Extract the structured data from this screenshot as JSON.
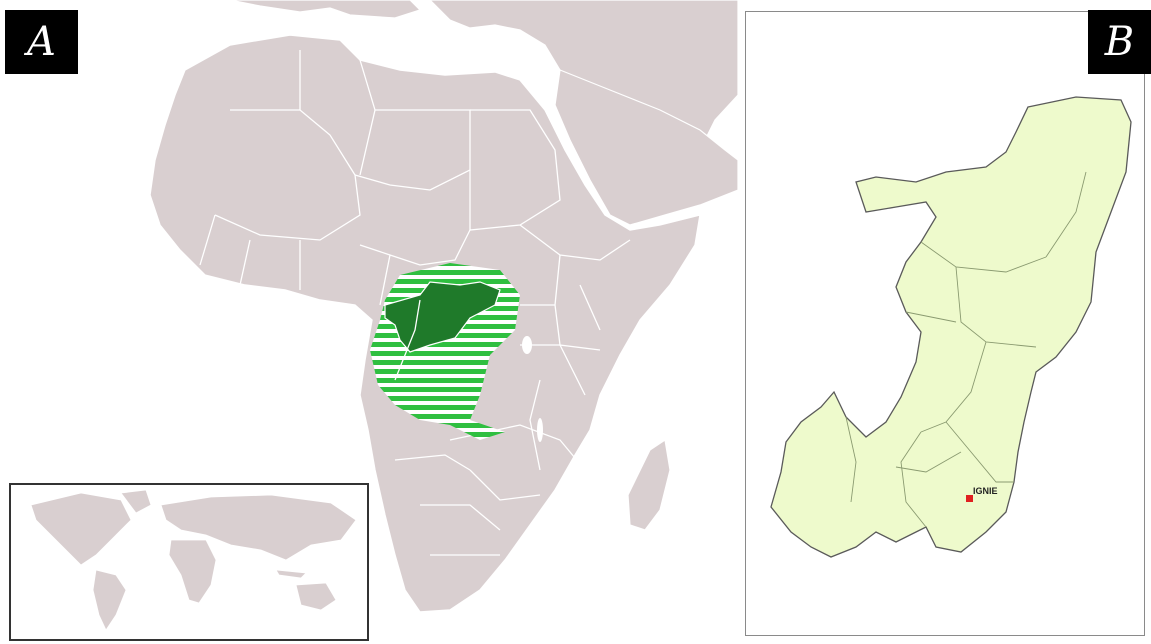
{
  "panels": {
    "a": {
      "letter": "A"
    },
    "b": {
      "letter": "B"
    }
  },
  "map_b": {
    "marker": {
      "label": "IGNIE"
    }
  },
  "colors": {
    "land": "#d9cfd0",
    "border": "#ffffff",
    "sea": "#ffffff",
    "congo_highlight": "#1f7a2a",
    "range_stripes": "#2fbf40",
    "country_b_fill": "#eefacc",
    "country_b_stroke": "#5a5a5a",
    "marker": "#e02020"
  }
}
